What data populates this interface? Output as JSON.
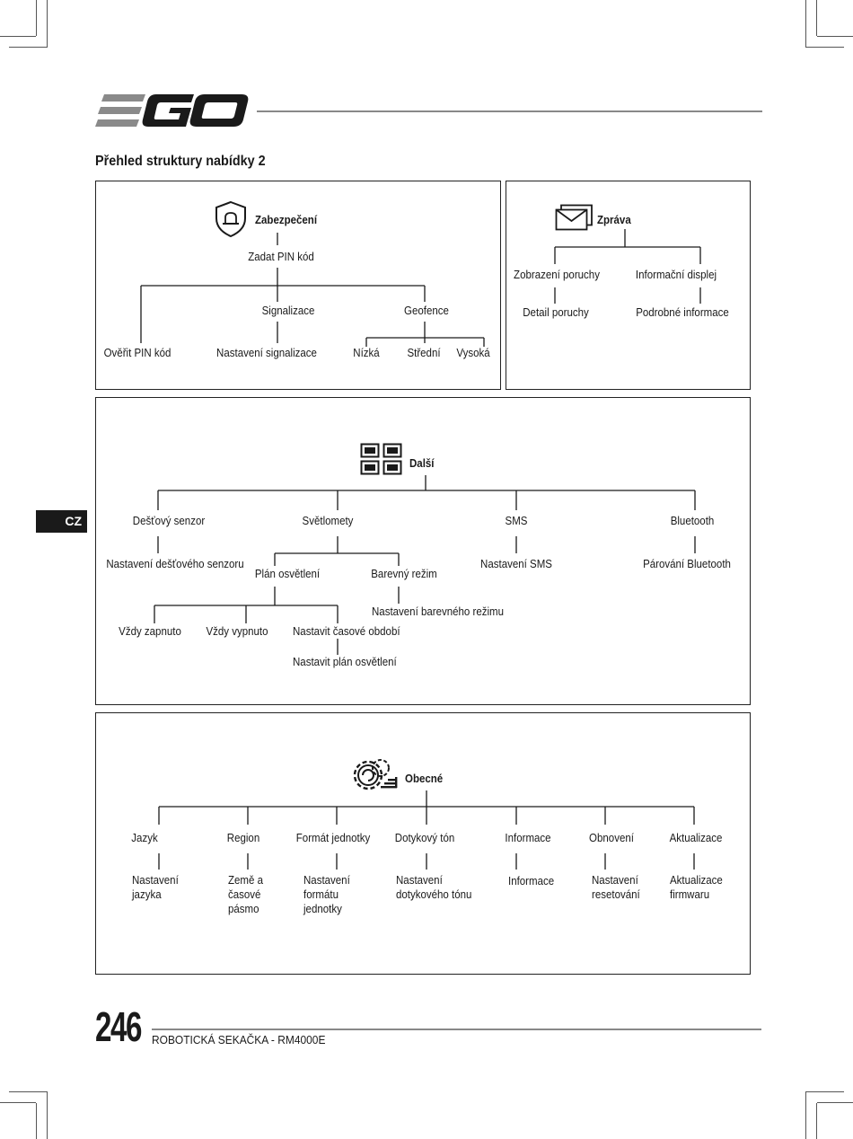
{
  "brand": "EGO",
  "language_tab": "CZ",
  "page_title": "Přehled struktury nabídky 2",
  "footer": {
    "page_number": "246",
    "product": "ROBOTICKÁ SEKAČKA - RM4000E"
  },
  "security": {
    "title": "Zabezpečení",
    "enter_pin": "Zadat PIN kód",
    "verify_pin": "Ověřit PIN kód",
    "signal": "Signalizace",
    "signal_setting": "Nastavení signalizace",
    "geofence": "Geofence",
    "low": "Nízká",
    "medium": "Střední",
    "high": "Vysoká"
  },
  "message": {
    "title": "Zpráva",
    "fault_display": "Zobrazení poruchy",
    "fault_detail": "Detail poruchy",
    "info_display": "Informační displej",
    "info_detail": "Podrobné informace"
  },
  "more": {
    "title": "Další",
    "rain_sensor": "Dešťový senzor",
    "rain_sensor_setting": "Nastavení dešťového senzoru",
    "headlights": "Světlomety",
    "light_plan": "Plán osvětlení",
    "always_on": "Vždy zapnuto",
    "always_off": "Vždy vypnuto",
    "set_period": "Nastavit časové období",
    "set_light_plan": "Nastavit plán osvětlení",
    "color_mode": "Barevný režim",
    "color_mode_setting": "Nastavení barevného režimu",
    "sms": "SMS",
    "sms_setting": "Nastavení SMS",
    "bluetooth": "Bluetooth",
    "bluetooth_pairing": "Párování Bluetooth"
  },
  "general": {
    "title": "Obecné",
    "items": [
      {
        "label": "Jazyk",
        "sub": "Nastavení jazyka"
      },
      {
        "label": "Region",
        "sub": "Země a časové pásmo"
      },
      {
        "label": "Formát jednotky",
        "sub": "Nastavení formátu jednotky"
      },
      {
        "label": "Dotykový tón",
        "sub": "Nastavení dotykového tónu"
      },
      {
        "label": "Informace",
        "sub": "Informace"
      },
      {
        "label": "Obnovení",
        "sub": "Nastavení resetování"
      },
      {
        "label": "Aktualizace",
        "sub": "Aktualizace firmwaru"
      }
    ]
  },
  "colors": {
    "ink": "#1a1a1a",
    "logo_gray": "#8a8a8a",
    "rule": "#888888"
  }
}
